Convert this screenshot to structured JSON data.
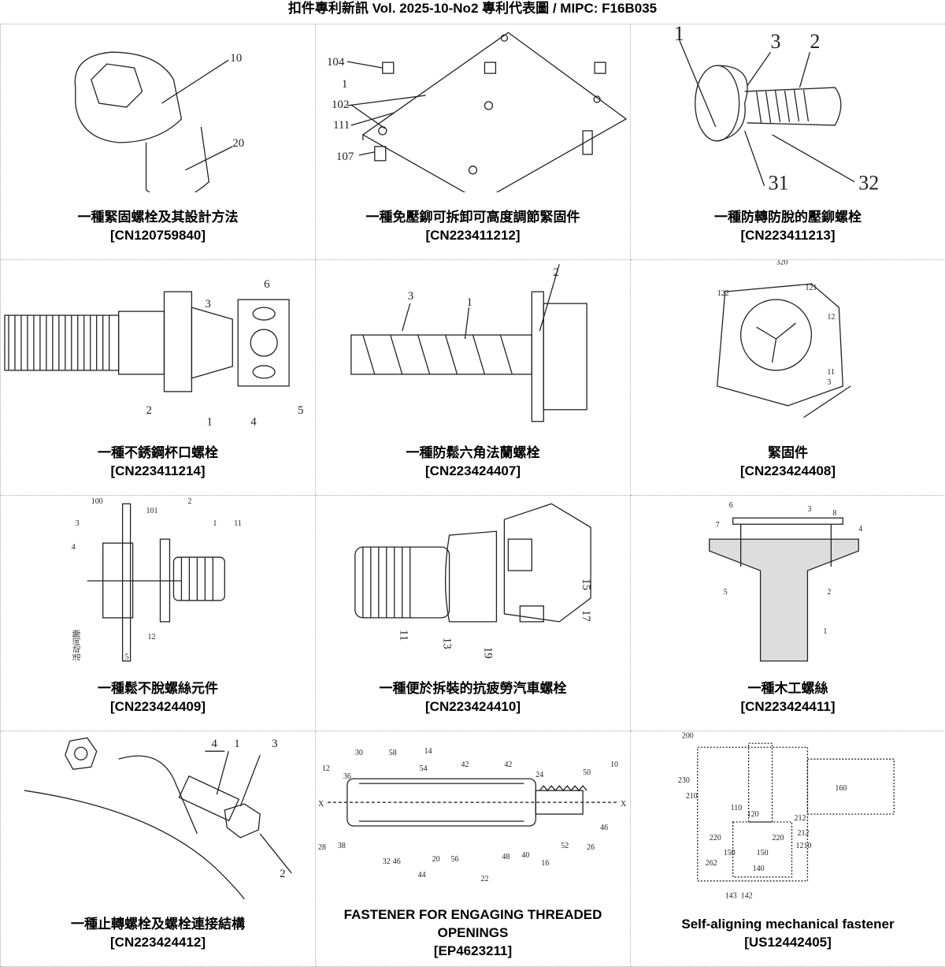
{
  "header": {
    "title": "扣件專利新訊  Vol. 2025-10-No2  專利代表圖  /  MIPC:  F16B035"
  },
  "patents": [
    {
      "title": "一種緊固螺栓及其設計方法",
      "number": "[CN120759840]",
      "labels": [
        "10",
        "20"
      ]
    },
    {
      "title": "一種免壓鉚可拆卸可高度調節緊固件",
      "number": "[CN223411212]",
      "labels": [
        "104",
        "1",
        "102",
        "111",
        "107"
      ]
    },
    {
      "title": "一種防轉防脫的壓鉚螺栓",
      "number": "[CN223411213]",
      "labels": [
        "1",
        "3",
        "2",
        "31",
        "32"
      ]
    },
    {
      "title": "一種不銹鋼杯口螺栓",
      "number": "[CN223411214]",
      "labels": [
        "6",
        "3",
        "2",
        "1",
        "4",
        "5"
      ]
    },
    {
      "title": "一種防鬆六角法蘭螺栓",
      "number": "[CN223424407]",
      "labels": [
        "2",
        "3",
        "1"
      ]
    },
    {
      "title": "緊固件",
      "number": "[CN223424408]",
      "labels": [
        "320",
        "122",
        "121",
        "12",
        "11",
        "3"
      ]
    },
    {
      "title": "一種鬆不脫螺絲元件",
      "number": "[CN223424409]",
      "labels": [
        "100",
        "101",
        "2",
        "1",
        "11",
        "3",
        "4",
        "12",
        "5",
        "活动间隙"
      ]
    },
    {
      "title": "一種便於拆裝的抗疲勞汽車螺栓",
      "number": "[CN223424410]",
      "labels": [
        "15",
        "17",
        "11",
        "13",
        "19"
      ]
    },
    {
      "title": "一種木工螺絲",
      "number": "[CN223424411]",
      "labels": [
        "6",
        "3",
        "8",
        "7",
        "4",
        "5",
        "2",
        "1"
      ]
    },
    {
      "title": "一種止轉螺栓及螺栓連接結構",
      "number": "[CN223424412]",
      "labels": [
        "4",
        "1",
        "3",
        "2"
      ]
    },
    {
      "title": "FASTENER FOR ENGAGING THREADED OPENINGS",
      "number": "[EP4623211]",
      "labels": [
        "30",
        "58",
        "14",
        "12",
        "36",
        "54",
        "42",
        "42",
        "24",
        "50",
        "10",
        "X",
        "X",
        "28",
        "38",
        "32",
        "46",
        "44",
        "20",
        "56",
        "48",
        "40",
        "16",
        "52",
        "26",
        "46",
        "22"
      ]
    },
    {
      "title": "Self-aligning mechanical fastener",
      "number": "[US12442405]",
      "labels": [
        "200",
        "230",
        "210",
        "160",
        "110",
        "120",
        "212",
        "212",
        "220",
        "220",
        "1210",
        "150",
        "150",
        "140",
        "262",
        "143",
        "142"
      ]
    }
  ]
}
